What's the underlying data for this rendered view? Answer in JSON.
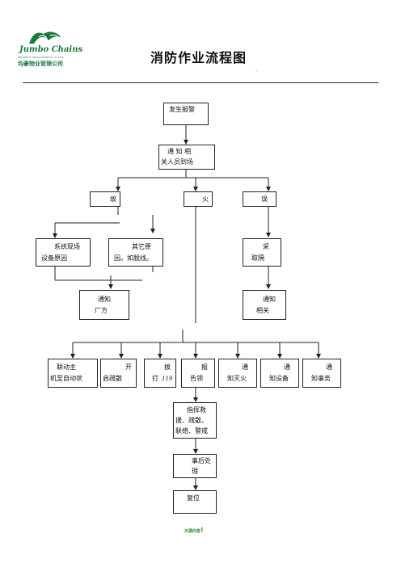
{
  "header": {
    "brand_en": "Jumbo Chains",
    "brand_sub": "PROPERTY MANAGEMENT CO.,LTD",
    "brand_cn": "均豪物业管理公司",
    "title": "消防作业流程图",
    "page_mark": "°"
  },
  "flow": {
    "alarm": "发生报警",
    "notify1": "通 知 相",
    "notify2": "关人员到场",
    "fault": "故",
    "fire": "火",
    "false_alarm": "误",
    "sys1": "系统现场",
    "sys2": "设备原因",
    "other1": "其它原",
    "other2": "因。如脱线。",
    "adopt1": "采",
    "adopt2": "取隔",
    "vendor1": "通知",
    "vendor2": "厂方",
    "related1": "通知",
    "related2": "相关",
    "link1": "联动主",
    "link2": "机至自动状",
    "evac1": "开",
    "evac2": "启疏散",
    "dial1": "拨",
    "dial2": "打",
    "dial3": "119",
    "report1": "报",
    "report2": "告领",
    "ext1": "通",
    "ext2": "知灭火",
    "equip1": "通",
    "equip2": "知设备",
    "office1": "通",
    "office2": "知事务",
    "cmd1": "指挥救",
    "cmd2": "援、疏散、",
    "cmd3": "联络、警戒",
    "after1": "事后处",
    "after2": "理",
    "reset": "复位"
  },
  "footer": {
    "text": "天源内容",
    "mark": "!"
  },
  "colors": {
    "brand": "#1a7a3a",
    "line": "#222222"
  }
}
